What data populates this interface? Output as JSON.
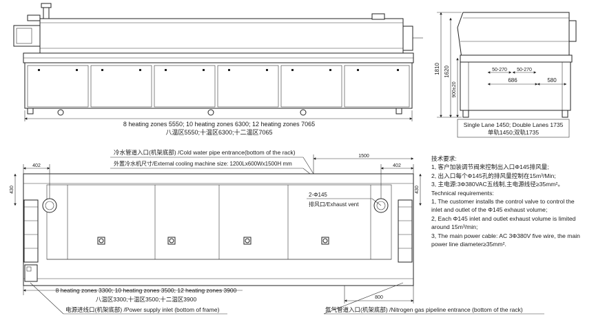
{
  "front_view": {
    "caption_en": "8 heating zones 5550; 10 heating zones  6300; 12 heating zones 7065",
    "caption_zh": "八温区5550;十温区6300;十二温区7065"
  },
  "side_view": {
    "dim_height_total": "1810",
    "dim_height_body": "1620",
    "dim_conveyor_height": "900±20",
    "dim_width_a": "50-270",
    "dim_width_b": "50-270",
    "dim_686": "686",
    "dim_580": "580",
    "caption_en": "Single Lane 1450;  Double Lanes 1735",
    "caption_zh": "单轨1450;双轨1735"
  },
  "top_view": {
    "dim_402_left": "402",
    "dim_402_right": "402",
    "dim_1500": "1500",
    "dim_430_left": "430",
    "dim_430_right": "430",
    "dim_800": "800",
    "cold_water_label": "冷水管道入口(机架底部) /Cold water pipe entrance(bottom of the rack)",
    "cooling_size_label": "外置冷水机尺寸/External cooling machine size: 1200Lx600Wx1500H mm",
    "exhaust_count": "2-Φ145",
    "exhaust_label": "排风口/Exhaust vent",
    "caption_en": "8 heating zones 3300; 10 heating zones 3500; 12 heating zones 3900",
    "caption_zh": "八温区3300;十温区3500;十二温区3900",
    "power_inlet_label": "电源进线口(机架底部) /Power supply inlet (bottom of frame)",
    "nitrogen_label": "氮气管道入口(机架底部) /Nitrogen gas pipeline entrance (bottom of the rack)"
  },
  "requirements": {
    "title_zh": "技术要求:",
    "zh": [
      "1, 客户加装调节阀来控制出入口Φ145排风量;",
      "2, 出入口每个Φ145孔的排风量控制在15m³/Min;",
      "3, 主电源:3Φ380VAC五线制,主电源线径≥35mm²。"
    ],
    "title_en": "Technical requirements:",
    "en": [
      "1, The customer installs the control valve to control the",
      "inlet and outlet of the Φ145 exhaust volume;",
      "2, Each Φ145 inlet and outlet  exhaust volume is limited",
      "around 15m³/min;",
      "3, The main power cable:  AC 3Φ380V five wire, the main",
      "power line diameter≥35mm²."
    ]
  }
}
